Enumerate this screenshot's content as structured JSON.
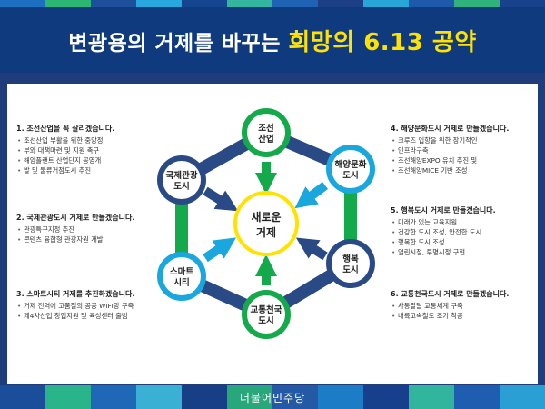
{
  "header": {
    "title_plain": "변광용의 거제를 바꾸는",
    "title_accent": "희망의 6.13 공약"
  },
  "footer": {
    "party": "더불어민주당"
  },
  "center": {
    "line1": "새로운",
    "line2": "거제"
  },
  "nodes": [
    {
      "line1": "조선",
      "line2": "산업"
    },
    {
      "line1": "해양문화",
      "line2": "도시"
    },
    {
      "line1": "행복",
      "line2": "도시"
    },
    {
      "line1": "교통천국",
      "line2": "도시"
    },
    {
      "line1": "스마트",
      "line2": "시티"
    },
    {
      "line1": "국제관광",
      "line2": "도시"
    }
  ],
  "pledges": [
    {
      "title": "1. 조선산업을 꼭 살리겠습니다.",
      "items": [
        "조선산업 부활을 위한 중앙정",
        "부와 대책마련 및 지원 촉구",
        "해양플랜트 산업단지 공영개",
        "발 및 물류거점도시 추진"
      ]
    },
    {
      "title": "2. 국제관광도시 거제로 만들겠습니다.",
      "items": [
        "관광특구지정 추진",
        "콘텐츠 융합형 관광자원 개발"
      ]
    },
    {
      "title": "3. 스마트시티 거제를 추진하겠습니다.",
      "items": [
        "거제 전역에 고품질의 공공 WIFI망 구축",
        "제4차산업 창업지원 및 육성센터 출범"
      ]
    },
    {
      "title": "4. 해양문화도시 거제로 만들겠습니다.",
      "items": [
        "크루즈 입항을 위한 장기적인",
        "인프라구축",
        "조선해양EXPO 유치 추진 및",
        "조선해양MICE 기반 조성"
      ]
    },
    {
      "title": "5. 행복도시 거제로 만들겠습니다.",
      "items": [
        "미래가 있는 교육지원",
        "건강한 도시 조성, 안전한 도시",
        "행복한 도시 조성",
        "열린시정, 투명시정 구현"
      ]
    },
    {
      "title": "6. 교통천국도시 거제로 만들겠습니다.",
      "items": [
        "사통팔달 교통체계 구축",
        "내륙고속철도 조기 착공"
      ]
    }
  ],
  "colors": {
    "green": "#14a94a",
    "cyan": "#19a7dd",
    "navy": "#2a4a86",
    "header": "#0f3a7e",
    "accent": "#ffe200"
  }
}
